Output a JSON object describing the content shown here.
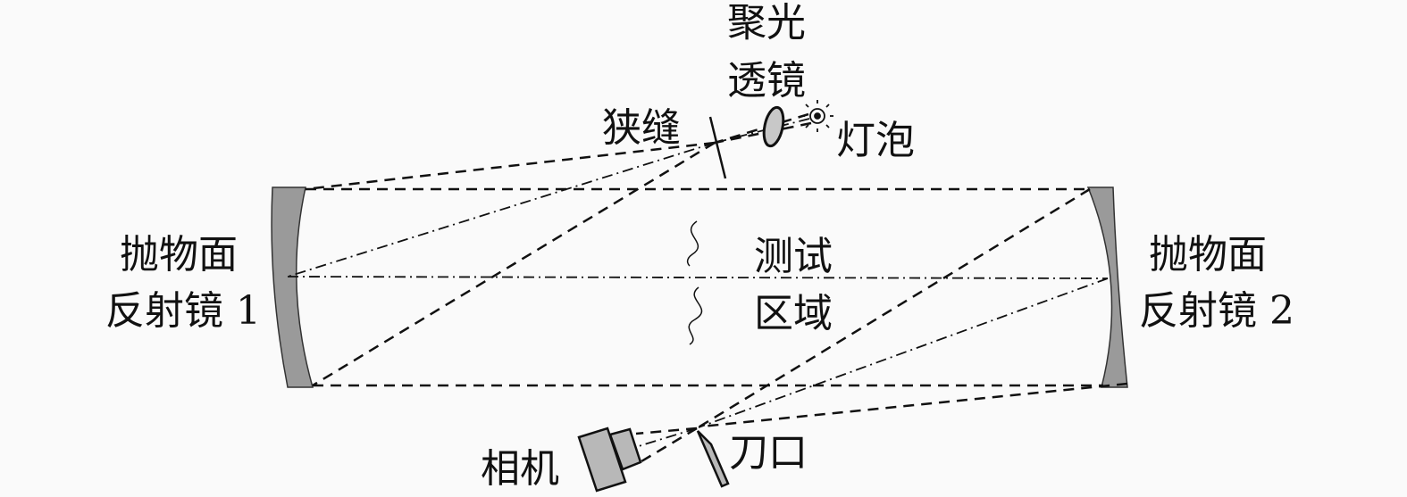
{
  "labels": {
    "condenser_lens": [
      "聚光",
      "透镜"
    ],
    "slit": "狭缝",
    "bulb": "灯泡",
    "mirror1": [
      "抛物面",
      "反射镜 1"
    ],
    "mirror2": [
      "抛物面",
      "反射镜 2"
    ],
    "test_area": [
      "测试",
      "区域"
    ],
    "camera": "相机",
    "knife_edge": "刀口"
  },
  "colors": {
    "line": "#111111",
    "component_fill": "#b8b8b8",
    "background": "#fafafa"
  }
}
